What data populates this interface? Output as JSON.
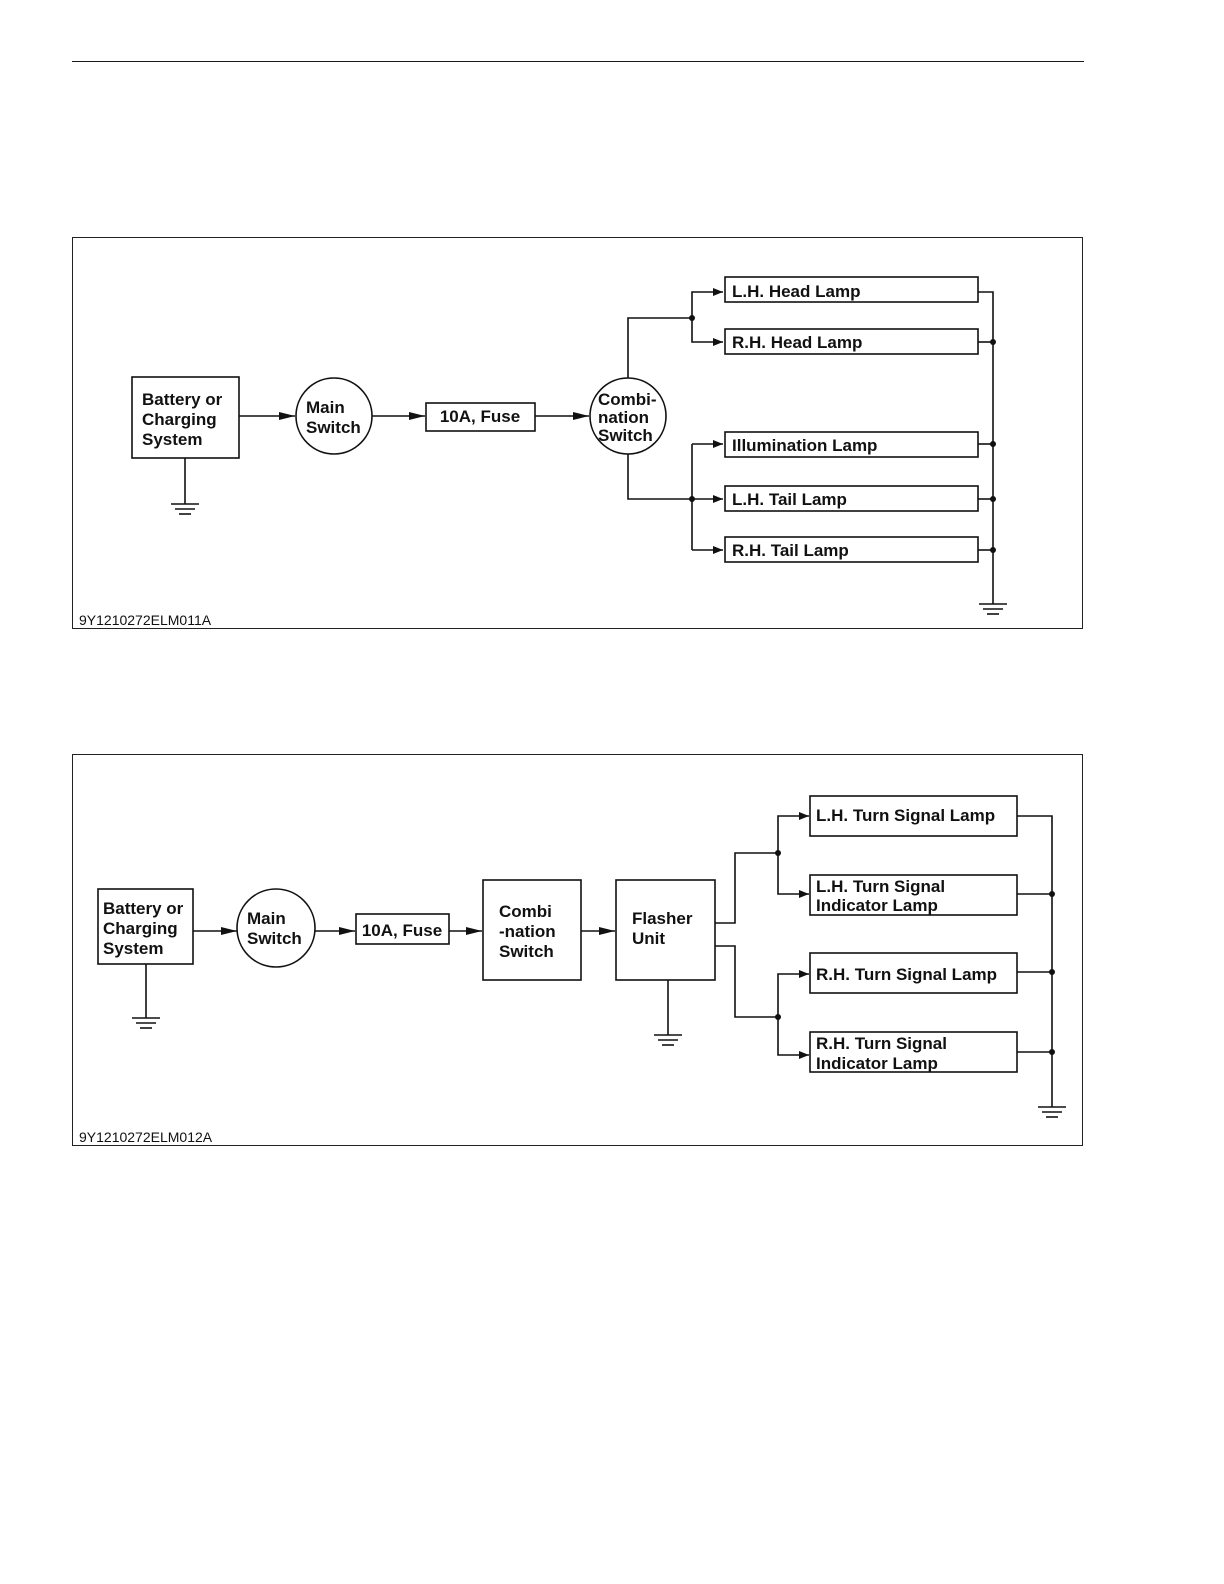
{
  "diagram1": {
    "code": "9Y1210272ELM011A",
    "battery": [
      "Battery or",
      "Charging",
      "System"
    ],
    "main_switch": [
      "Main",
      "Switch"
    ],
    "fuse": "10A, Fuse",
    "combination_switch": [
      "Combi-",
      "nation",
      "Switch"
    ],
    "lamps": {
      "lh_head": "L.H. Head Lamp",
      "rh_head": "R.H. Head Lamp",
      "illumination": "Illumination Lamp",
      "lh_tail": "L.H. Tail Lamp",
      "rh_tail": "R.H. Tail Lamp"
    }
  },
  "diagram2": {
    "code": "9Y1210272ELM012A",
    "battery": [
      "Battery or",
      "Charging",
      "System"
    ],
    "main_switch": [
      "Main",
      "Switch"
    ],
    "fuse": "10A, Fuse",
    "combination_switch": [
      "Combi",
      "-nation",
      "Switch"
    ],
    "flasher": [
      "Flasher",
      "Unit"
    ],
    "lamps": {
      "lh_turn": "L.H. Turn Signal Lamp",
      "lh_indicator": [
        "L.H. Turn Signal",
        "Indicator Lamp"
      ],
      "rh_turn": "R.H. Turn Signal Lamp",
      "rh_indicator": [
        "R.H. Turn Signal",
        "Indicator Lamp"
      ]
    }
  }
}
